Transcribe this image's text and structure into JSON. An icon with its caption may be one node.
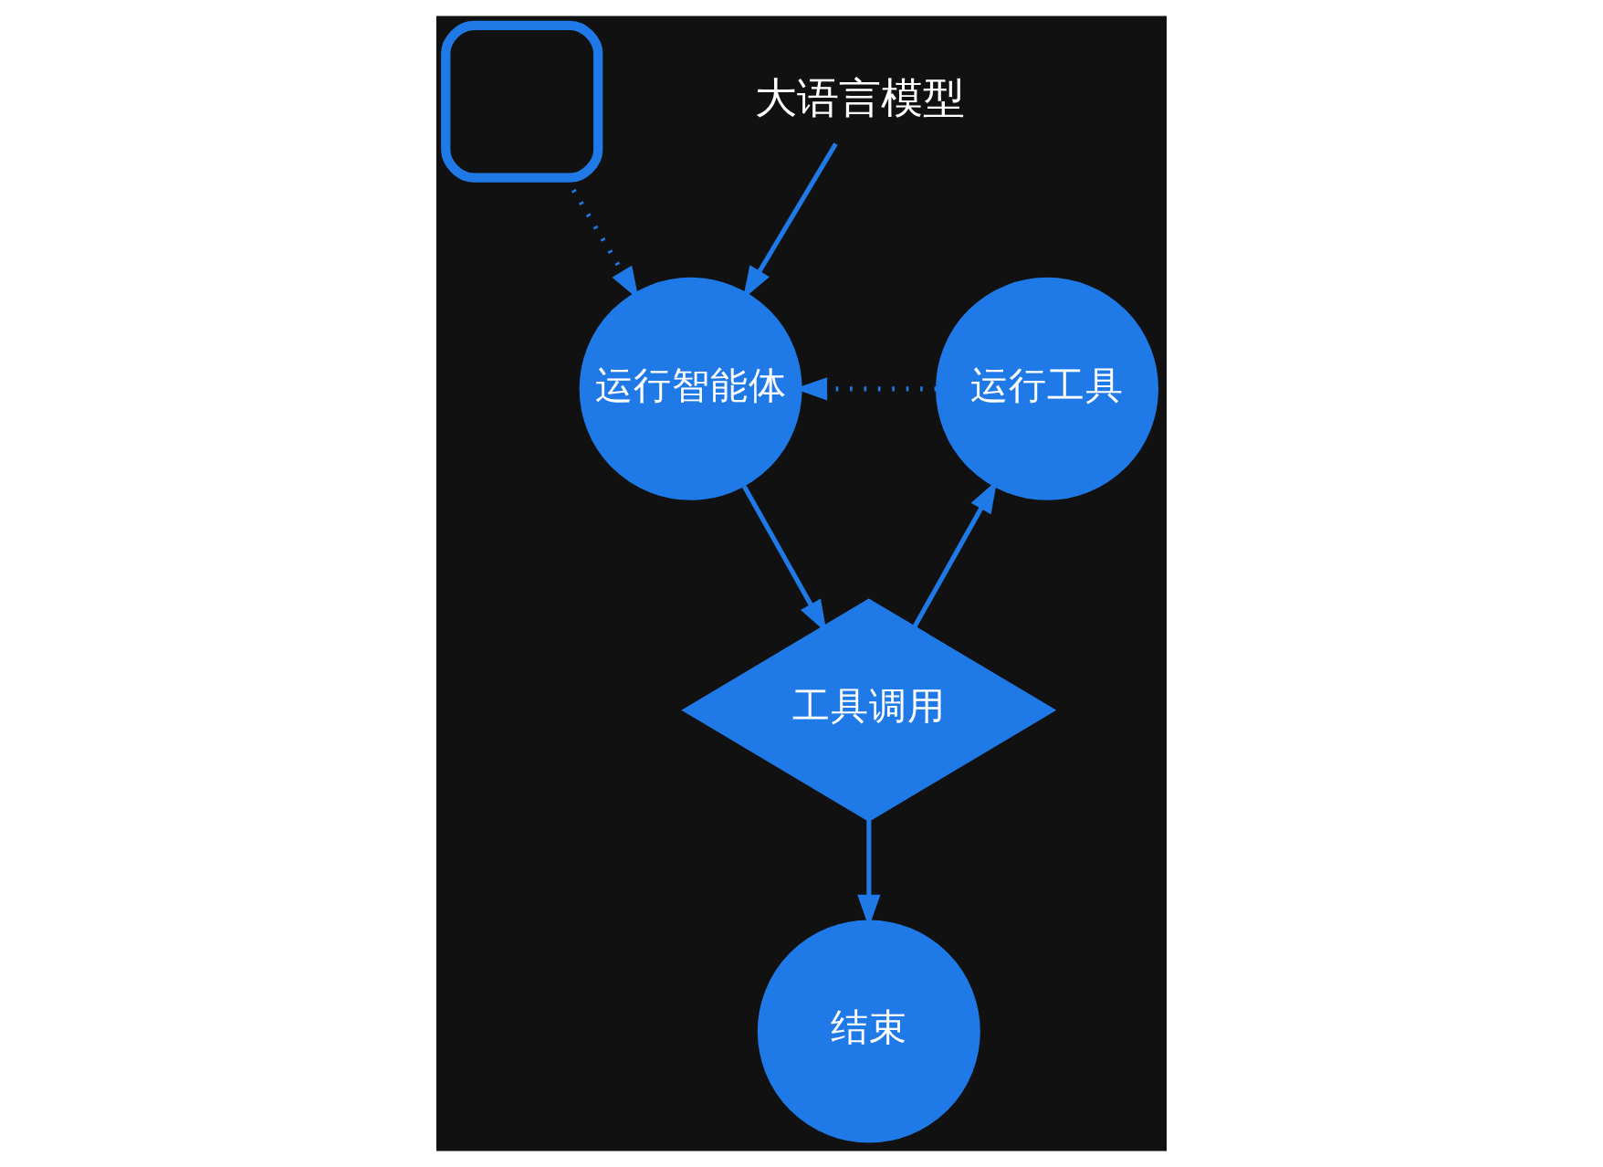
{
  "diagram": {
    "nodes": [
      {
        "text": [],
        "shape": "box"
      },
      {
        "text": [
          "大语言模型"
        ]
      },
      {
        "text": [
          "运行智能体"
        ]
      },
      {
        "text": [
          "工具调用"
        ]
      },
      {
        "text": [
          "运行工具"
        ]
      },
      {
        "text": [
          "结束"
        ]
      }
    ],
    "edges": [
      {
        "from": 1,
        "to": 2,
        "arrow": "to"
      },
      {
        "from": 0,
        "to": 2,
        "arrow": "to",
        "style": "dashed"
      },
      {
        "from": 2,
        "to": 3,
        "arrow": "to"
      },
      {
        "from": 3,
        "to": 4,
        "arrow": "to"
      },
      {
        "from": 4,
        "to": 2,
        "arrow": "to",
        "style": "dashed"
      },
      {
        "from": 3,
        "to": 5,
        "arrow": "to"
      }
    ]
  }
}
